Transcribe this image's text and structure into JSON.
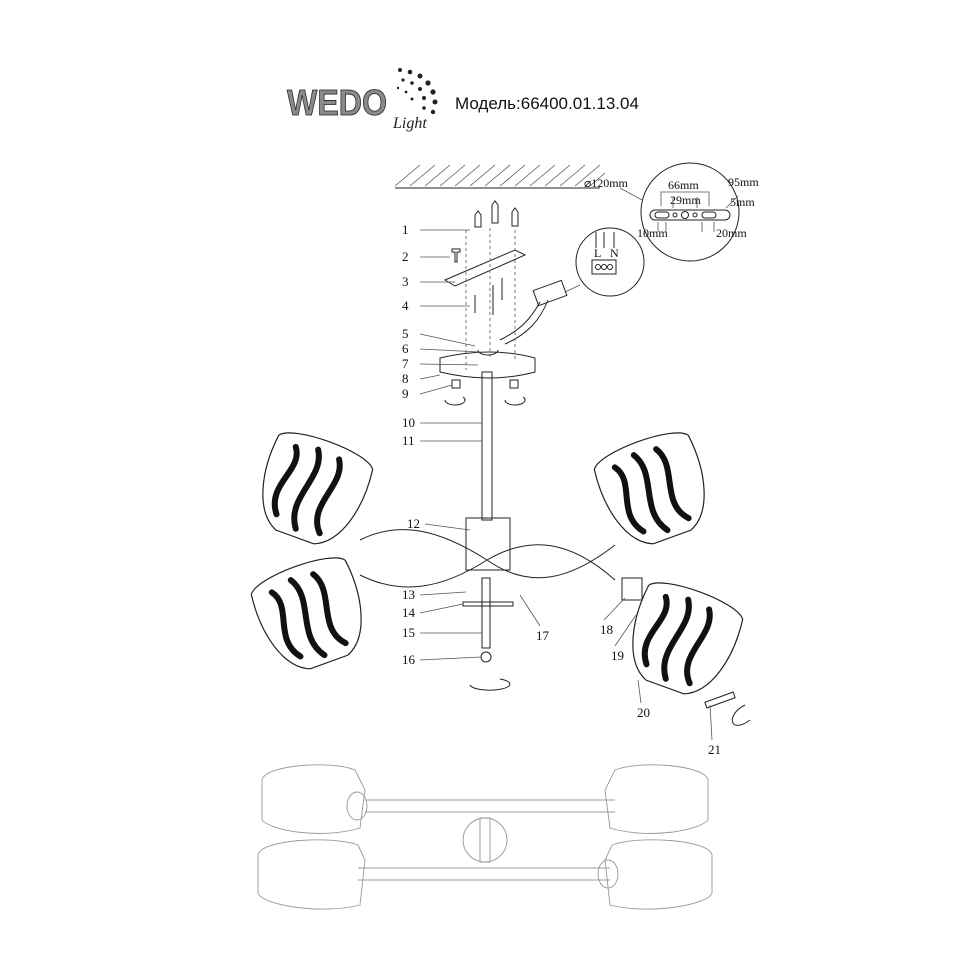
{
  "header": {
    "logo_text": "WEDO",
    "logo_script": "Light",
    "model": "Модель:66400.01.13.04"
  },
  "dimensions": {
    "diameter": "⌀120mm",
    "d66": "66mm",
    "d29": "29mm",
    "d95": "95mm",
    "d5": "5mm",
    "d10": "10mm",
    "d20": "20mm"
  },
  "wiring": {
    "live": "L",
    "neutral": "N"
  },
  "parts": [
    "1",
    "2",
    "3",
    "4",
    "5",
    "6",
    "7",
    "8",
    "9",
    "10",
    "11",
    "12",
    "13",
    "14",
    "15",
    "16",
    "17",
    "18",
    "19",
    "20",
    "21"
  ]
}
